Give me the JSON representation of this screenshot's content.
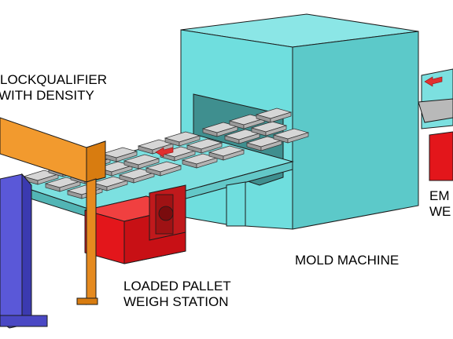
{
  "labels": {
    "block_qualifier_line1": "LOCKQUALIFIER",
    "block_qualifier_line2": "WITH DENSITY",
    "loaded_pallet_line1": "LOADED PALLET",
    "loaded_pallet_line2": "WEIGH STATION",
    "mold_machine": "MOLD MACHINE",
    "empty_line1": "EM",
    "empty_line2": "WE"
  },
  "colors": {
    "mold_machine": "#6fdede",
    "conveyor": "#79dede",
    "blocks": "#cfcfcf",
    "qualifier_frame": "#e58a1f",
    "weigh_base": "#e3161b",
    "column": "#5a58d8",
    "arrow": "#e03030"
  }
}
